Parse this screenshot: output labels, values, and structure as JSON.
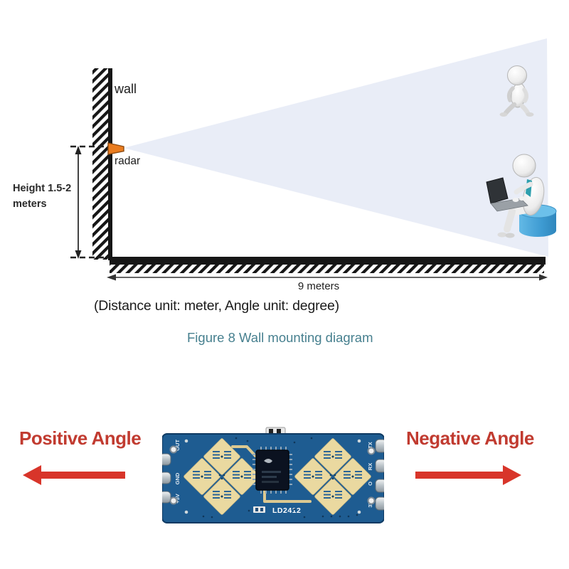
{
  "mounting_diagram": {
    "wall_label": "wall",
    "radar_label": "radar",
    "height_line1": "Height 1.5-2",
    "height_line2": "meters",
    "distance_label": "9 meters",
    "units_note": "(Distance unit: meter, Angle unit: degree)",
    "caption": "Figure 8 Wall mounting diagram"
  },
  "angle_section": {
    "positive_label": "Positive Angle",
    "negative_label": "Negative Angle"
  },
  "pcb_module": {
    "model": "LD2412",
    "left_pins": [
      "OUT",
      "GND",
      "+5V"
    ],
    "right_pins": [
      "TX",
      "RX",
      "O",
      "3V3"
    ]
  },
  "icons": {
    "radar": "radar-horn-icon",
    "walking_person": "walking-person-figure",
    "sitting_person": "person-on-stool-with-laptop-figure",
    "left_arrow": "left-arrow-icon",
    "right_arrow": "right-arrow-icon"
  },
  "colors": {
    "beam_fill": "#e9edf7",
    "radar_orange": "#ea7c1f",
    "caption_teal": "#47808f",
    "angle_text_red": "#c13b30",
    "arrow_red": "#d8352a",
    "board_blue": "#1e5c91",
    "antenna_gold": "#ead9a0",
    "stool_blue": "#3e9bd2",
    "wall_black": "#161616"
  }
}
